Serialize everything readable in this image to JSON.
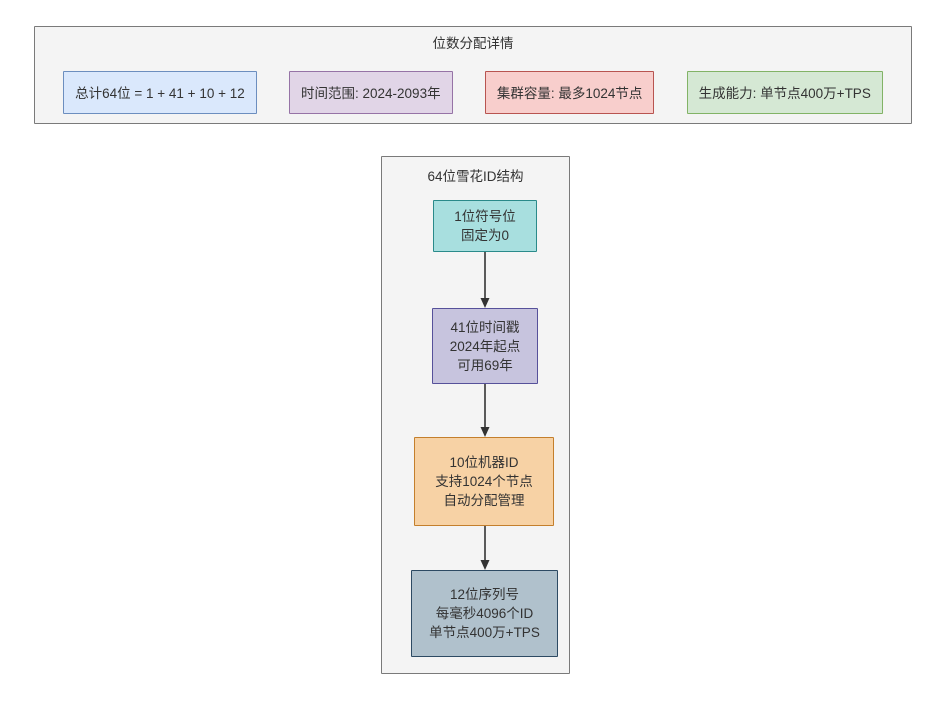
{
  "summary": {
    "title": "位数分配详情",
    "chips": [
      {
        "name": "total-bits",
        "label": "总计64位 = 1 + 41 + 10 + 12",
        "fill": "#dae8fc",
        "stroke": "#6c8ebf"
      },
      {
        "name": "time-range",
        "label": "时间范围: 2024-2093年",
        "fill": "#e1d5e7",
        "stroke": "#9673a6"
      },
      {
        "name": "cluster-capacity",
        "label": "集群容量: 最多1024节点",
        "fill": "#f8cecc",
        "stroke": "#b85450"
      },
      {
        "name": "generation-capacity",
        "label": "生成能力: 单节点400万+TPS",
        "fill": "#d5e8d4",
        "stroke": "#82b366"
      }
    ]
  },
  "flowchart": {
    "subgraph_title": "64位雪花ID结构",
    "nodes": [
      {
        "name": "sign-bit",
        "lines": [
          "1位符号位",
          "固定为0"
        ],
        "fill": "#a8dfdf",
        "stroke": "#2a8a8a"
      },
      {
        "name": "timestamp-bits",
        "lines": [
          "41位时间戳",
          "2024年起点",
          "可用69年"
        ],
        "fill": "#c7c4de",
        "stroke": "#56519a"
      },
      {
        "name": "machine-id-bits",
        "lines": [
          "10位机器ID",
          "支持1024个节点",
          "自动分配管理"
        ],
        "fill": "#f7d2a5",
        "stroke": "#c47f2c"
      },
      {
        "name": "sequence-bits",
        "lines": [
          "12位序列号",
          "每毫秒4096个ID",
          "单节点400万+TPS"
        ],
        "fill": "#b0c1cc",
        "stroke": "#2d4a63"
      }
    ],
    "edges": [
      {
        "name": "edge-sign-to-timestamp",
        "from": "sign-bit",
        "to": "timestamp-bits"
      },
      {
        "name": "edge-timestamp-to-machine",
        "from": "timestamp-bits",
        "to": "machine-id-bits"
      },
      {
        "name": "edge-machine-to-sequence",
        "from": "machine-id-bits",
        "to": "sequence-bits"
      }
    ]
  },
  "colors": {
    "panel_background": "#f4f4f4",
    "panel_border": "#7a7a7a",
    "text": "#333333",
    "edge": "#333333",
    "page_background": "#ffffff"
  }
}
